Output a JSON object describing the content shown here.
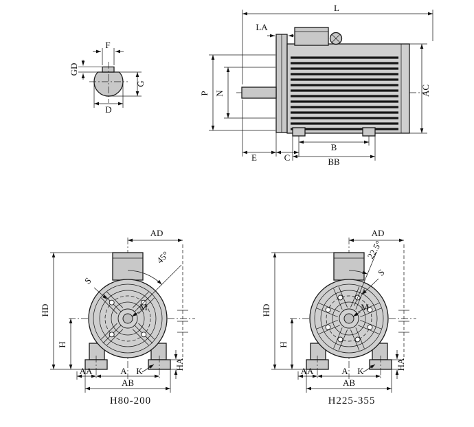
{
  "drawing": {
    "shaft_view": {
      "F": "F",
      "GD": "GD",
      "G": "G",
      "D": "D"
    },
    "side_view": {
      "L": "L",
      "LA": "LA",
      "P": "P",
      "N": "N",
      "AC": "AC",
      "E": "E",
      "C": "C",
      "B": "B",
      "BB": "BB"
    },
    "front_left": {
      "AD": "AD",
      "angle": "45°",
      "S": "S",
      "HD": "HD",
      "H": "H",
      "M": "M",
      "AA": "AA",
      "A": "A",
      "K": "K",
      "HA": "HA",
      "AB": "AB",
      "model": "H80-200"
    },
    "front_right": {
      "AD": "AD",
      "angle": "22.5°",
      "S": "S",
      "HD": "HD",
      "H": "H",
      "M": "M",
      "AA": "AA",
      "A": "A",
      "K": "K",
      "HA": "HA",
      "AB": "AB",
      "model": "H225-355"
    }
  },
  "colors": {
    "line": "#1a1a1a",
    "metal": "#c8c8c8",
    "background": "#ffffff"
  }
}
